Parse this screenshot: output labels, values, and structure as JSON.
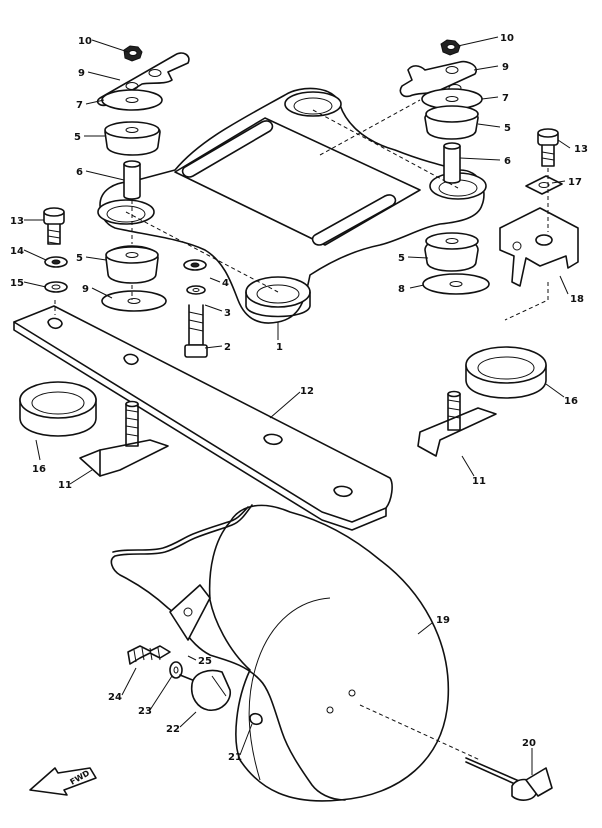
{
  "callouts": {
    "c10_left": "10",
    "c9_left": "9",
    "c7_left": "7",
    "c5_left_top": "5",
    "c6_left": "6",
    "c13_left": "13",
    "c14": "14",
    "c15": "15",
    "c5_left_low": "5",
    "c9_left_low": "9",
    "c4": "4",
    "c3": "3",
    "c2": "2",
    "c1": "1",
    "c10_right": "10",
    "c9_right": "9",
    "c7_right": "7",
    "c5_right_top": "5",
    "c6_right": "6",
    "c13_right": "13",
    "c17": "17",
    "c5_right_low": "5",
    "c8": "8",
    "c18": "18",
    "c16_right": "16",
    "c12": "12",
    "c16_left": "16",
    "c11_left": "11",
    "c11_right": "11",
    "c19": "19",
    "c25": "25",
    "c24": "24",
    "c23": "23",
    "c22": "22",
    "c21": "21",
    "c20": "20"
  },
  "fwd_label": "FWD"
}
